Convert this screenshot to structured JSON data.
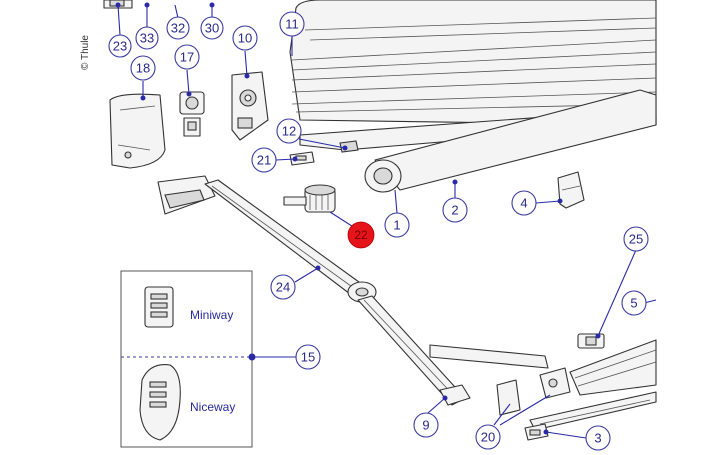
{
  "copyright": "© Thule",
  "callouts": [
    {
      "id": "c23",
      "label": "23"
    },
    {
      "id": "c33",
      "label": "33"
    },
    {
      "id": "c32",
      "label": "32"
    },
    {
      "id": "c30",
      "label": "30"
    },
    {
      "id": "c18",
      "label": "18"
    },
    {
      "id": "c17",
      "label": "17"
    },
    {
      "id": "c10",
      "label": "10"
    },
    {
      "id": "c11",
      "label": "11"
    },
    {
      "id": "c12",
      "label": "12"
    },
    {
      "id": "c21",
      "label": "21"
    },
    {
      "id": "c1",
      "label": "1"
    },
    {
      "id": "c2",
      "label": "2"
    },
    {
      "id": "c4",
      "label": "4"
    },
    {
      "id": "c25",
      "label": "25"
    },
    {
      "id": "c5",
      "label": "5"
    },
    {
      "id": "c24",
      "label": "24"
    },
    {
      "id": "c15",
      "label": "15"
    },
    {
      "id": "c9",
      "label": "9"
    },
    {
      "id": "c20",
      "label": "20"
    },
    {
      "id": "c3",
      "label": "3"
    }
  ],
  "highlight": {
    "label": "22",
    "color": "#e5141b"
  },
  "remote_labels": {
    "top": "Miniway",
    "bottom": "Niceway"
  }
}
